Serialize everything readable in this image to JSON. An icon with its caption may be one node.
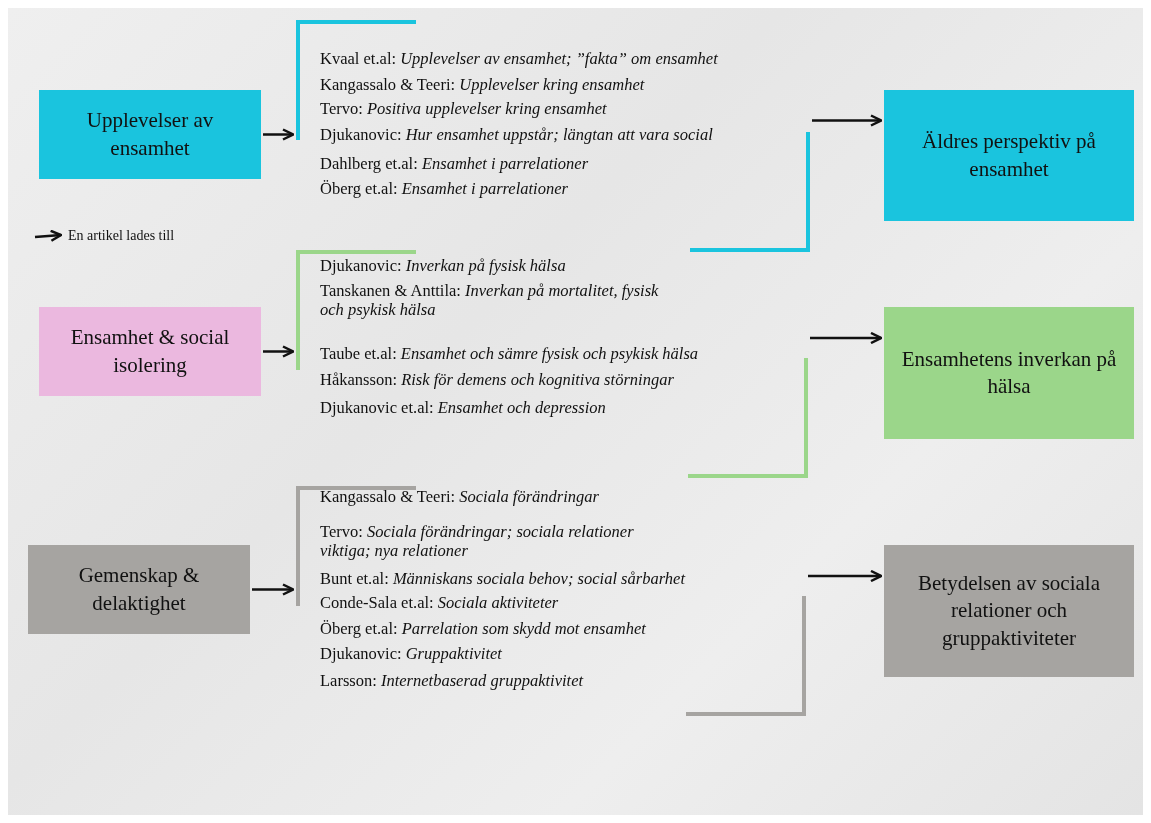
{
  "diagram": {
    "nodes": [
      {
        "text": [
          "Upplevelser av ensamhet"
        ]
      },
      {
        "text": [
          "Kvaal et.al: *Upplevelser av ensamhet; ”fakta” om ensamhet*",
          "Kangassalo & Teeri: *Upplevelser kring ensamhet*",
          "Tervo: *Positiva upplevelser kring ensamhet*",
          "Djukanovic: *Hur ensamhet uppstår; längtan att vara social*",
          "Dahlberg et.al: *Ensamhet i parrelationer*",
          "Öberg et.al: *Ensamhet i parrelationer*"
        ]
      },
      {
        "text": [
          "Äldres perspektiv på ensamhet"
        ]
      },
      {
        "text": [
          "Ensamhet & social isolering"
        ]
      },
      {
        "text": [
          "Djukanovic: *Inverkan på fysisk hälsa*",
          "Tanskanen & Anttila: *Inverkan på mortalitet, fysisk och psykisk hälsa*",
          "Taube et.al: *Ensamhet och sämre fysisk och psykisk hälsa*",
          "Håkansson: *Risk för demens och kognitiva störningar*",
          "Djukanovic et.al: *Ensamhet och depression*"
        ]
      },
      {
        "text": [
          "Ensamhetens inverkan på hälsa"
        ]
      },
      {
        "text": [
          "Gemenskap & delaktighet"
        ]
      },
      {
        "text": [
          "Kangassalo & Teeri: *Sociala förändringar*",
          "Tervo: *Sociala förändringar; sociala relationer viktiga; nya relationer*",
          "Bunt et.al: *Människans sociala behov; social sårbarhet*",
          "Conde-Sala et.al: *Sociala aktiviteter*",
          "Öberg et.al: *Parrelation som skydd mot ensamhet*",
          "Djukanovic: *Gruppaktivitet*",
          "Larsson: *Internetbaserad gruppaktivitet*"
        ]
      },
      {
        "text": [
          "Betydelsen av sociala relationer och gruppaktiviteter"
        ]
      }
    ],
    "edges": [
      {
        "from": 0,
        "to": 1,
        "arrow": "to"
      },
      {
        "from": 1,
        "to": 2,
        "arrow": "to"
      },
      {
        "from": 3,
        "to": 4,
        "arrow": "to"
      },
      {
        "from": 4,
        "to": 5,
        "arrow": "to"
      },
      {
        "from": 6,
        "to": 7,
        "arrow": "to"
      },
      {
        "from": 7,
        "to": 8,
        "arrow": "to"
      }
    ],
    "legend": [
      {
        "text": "En artikel lades till"
      }
    ]
  }
}
